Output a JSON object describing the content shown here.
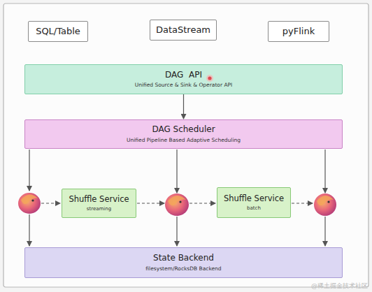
{
  "diagram": {
    "nodes": [
      {
        "text": [
          "SQL/Table"
        ]
      },
      {
        "text": [
          "DataStream"
        ]
      },
      {
        "text": [
          "pyFlink"
        ]
      },
      {
        "text": [
          "DAG  API",
          "Unified Source & Sink & Operator API"
        ]
      },
      {
        "text": [
          "DAG Scheduler",
          "Unified Pipeline Based Adaptive Scheduling"
        ]
      },
      {
        "text": [
          "Shuffle Service",
          "streaming"
        ]
      },
      {
        "text": [
          "Shuffle Service",
          "batch"
        ]
      },
      {
        "text": [
          "State Backend",
          "filesystem/RocksDB Backend"
        ]
      }
    ],
    "edges": [
      {
        "from": 3,
        "to": 4,
        "arrow": "to"
      }
    ],
    "labels": [
      "@稀土掘金技术社区"
    ]
  }
}
